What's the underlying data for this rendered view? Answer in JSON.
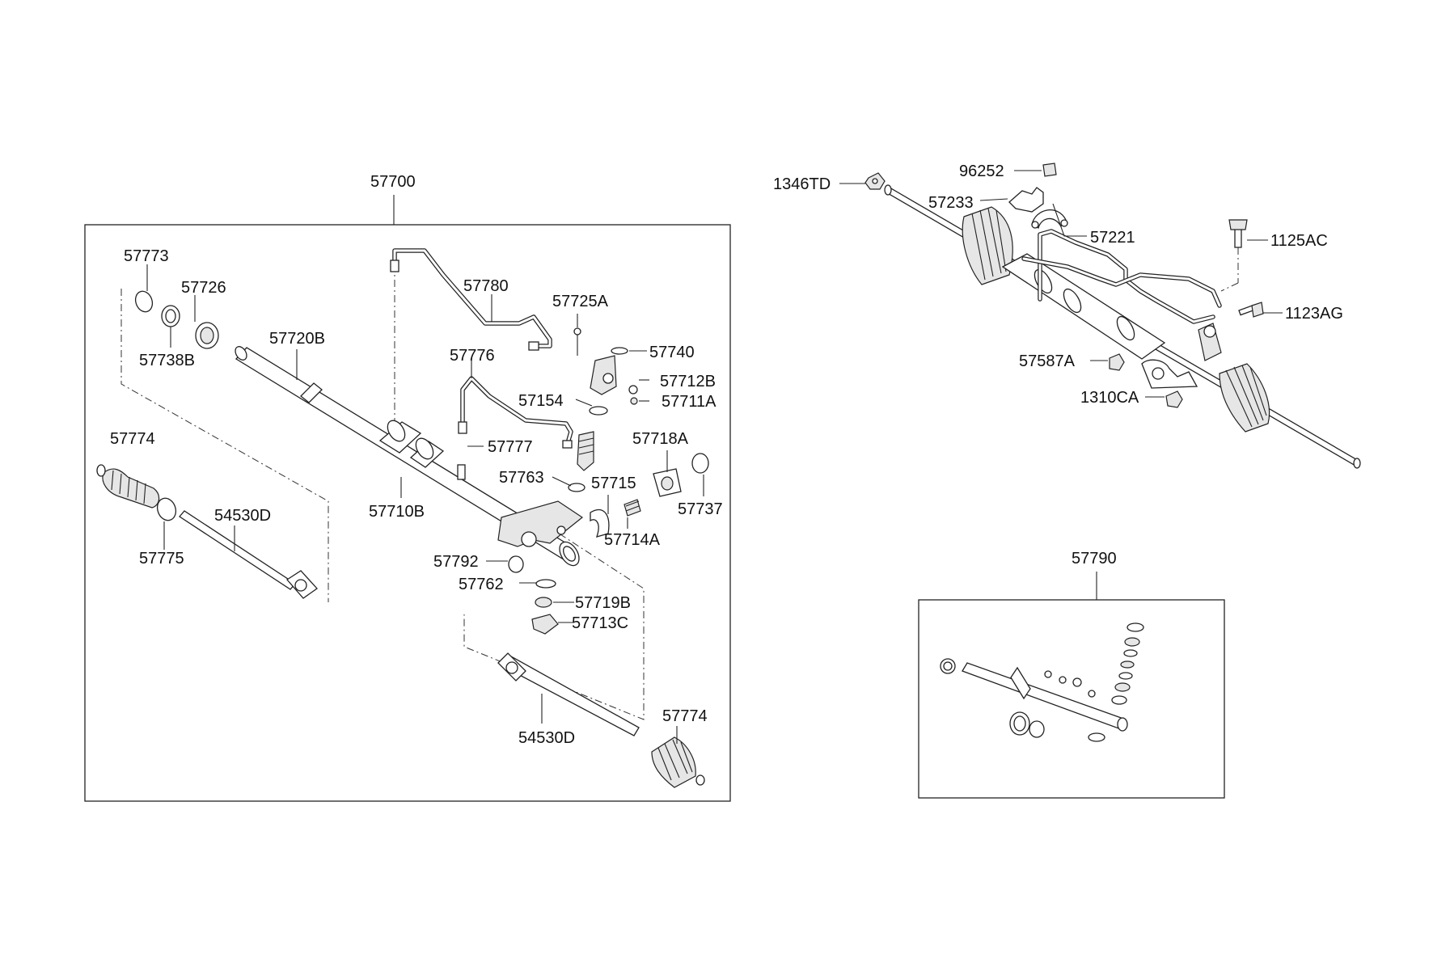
{
  "assembly": {
    "main_label": "57700",
    "kit_label": "57790"
  },
  "labels": {
    "l57773": "57773",
    "l57726": "57726",
    "l57738b": "57738B",
    "l57720b": "57720B",
    "l57780": "57780",
    "l57725a": "57725A",
    "l57740": "57740",
    "l57776": "57776",
    "l57712b": "57712B",
    "l57154": "57154",
    "l57711a": "57711A",
    "l57774_left": "57774",
    "l57777": "57777",
    "l57718a": "57718A",
    "l57763": "57763",
    "l57715": "57715",
    "l57737": "57737",
    "l54530d_left": "54530D",
    "l57710b": "57710B",
    "l57714a": "57714A",
    "l57775": "57775",
    "l57792": "57792",
    "l57762": "57762",
    "l57719b": "57719B",
    "l57713c": "57713C",
    "l57774_right": "57774",
    "l54530d_right": "54530D",
    "l1346td": "1346TD",
    "l96252": "96252",
    "l57233": "57233",
    "l57221": "57221",
    "l1125ac": "1125AC",
    "l1123ag": "1123AG",
    "l57587a": "57587A",
    "l1310ca": "1310CA"
  }
}
